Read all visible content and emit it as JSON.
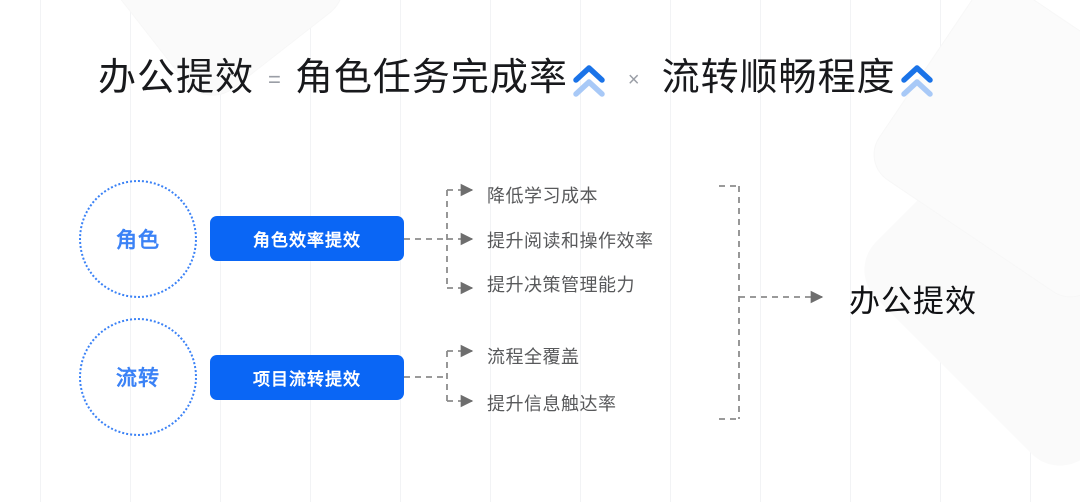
{
  "title": {
    "term1": "办公提效",
    "op1": "=",
    "term2": "角色任务完成率",
    "icon1": "double-chevron-up-icon",
    "op2": "×",
    "term3": "流转顺畅程度",
    "icon2": "double-chevron-up-icon"
  },
  "colors": {
    "brand_blue": "#0a66f5",
    "accent_blue": "#1a73e8",
    "light_blue": "#a8c9f7",
    "circle_blue": "#3b82f6",
    "text_dark": "#18191c",
    "text_gray": "#58595b",
    "line_gray": "#8c8c8c",
    "grid_gray": "#f2f3f5"
  },
  "branches": [
    {
      "circle_label": "角色",
      "button_label": "角色效率提效",
      "leaves": [
        "降低学习成本",
        "提升阅读和操作效率",
        "提升决策管理能力"
      ]
    },
    {
      "circle_label": "流转",
      "button_label": "项目流转提效",
      "leaves": [
        "流程全覆盖",
        "提升信息触达率"
      ]
    }
  ],
  "result": {
    "label": "办公提效"
  }
}
